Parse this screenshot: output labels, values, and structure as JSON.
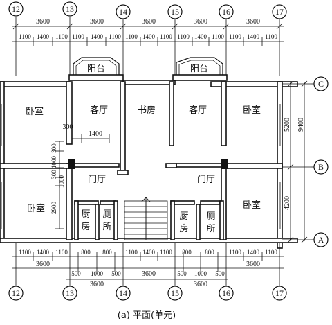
{
  "caption": "(a) 平面(单元)",
  "axes_top": [
    "12",
    "13",
    "14",
    "15",
    "16",
    "17"
  ],
  "axes_bottom": [
    "12",
    "13",
    "14",
    "15",
    "16",
    "17"
  ],
  "axes_right": [
    "C",
    "B",
    "A"
  ],
  "top_dims_major": [
    "3600",
    "3600",
    "3600",
    "3600"
  ],
  "top_dims_minor": [
    "1100",
    "1400",
    "1100",
    "1100",
    "1400",
    "1100",
    "1100",
    "1400",
    "1100",
    "1100",
    "1400",
    "1100"
  ],
  "bottom_dims_row1": [
    "1100",
    "1400",
    "1100",
    "800",
    "800",
    "1100",
    "1400",
    "1100",
    "800",
    "800",
    "1100",
    "1400",
    "1100"
  ],
  "bottom_dims_row2_left": [
    "3600"
  ],
  "bottom_dims_row2_mid1": [
    "500",
    "1000",
    "500"
  ],
  "bottom_dims_row2_mid2": [
    "3600"
  ],
  "bottom_dims_row2_mid3": [
    "500",
    "1000",
    "500"
  ],
  "bottom_dims_row2_right": [
    "3600"
  ],
  "bottom_dims_row3": [
    "3600",
    "3600"
  ],
  "right_dims": [
    "5200",
    "4200",
    "9400"
  ],
  "left_dims": [
    "300",
    "1000",
    "300",
    "1000",
    "2900"
  ],
  "inner_dims": [
    "300",
    "1400"
  ],
  "rooms": {
    "balcony_left": "阳台",
    "balcony_right": "阳台",
    "bedroom_tl": "卧室",
    "living_left": "客厅",
    "study": "书房",
    "living_right": "客厅",
    "bedroom_tr": "卧室",
    "foyer_left": "门厅",
    "foyer_right": "门厅",
    "bedroom_bl": "卧室",
    "kitchen_left": "厨房",
    "toilet_left": "厕所",
    "kitchen_right": "厨房",
    "toilet_right": "厕所",
    "bedroom_br": "卧室"
  }
}
